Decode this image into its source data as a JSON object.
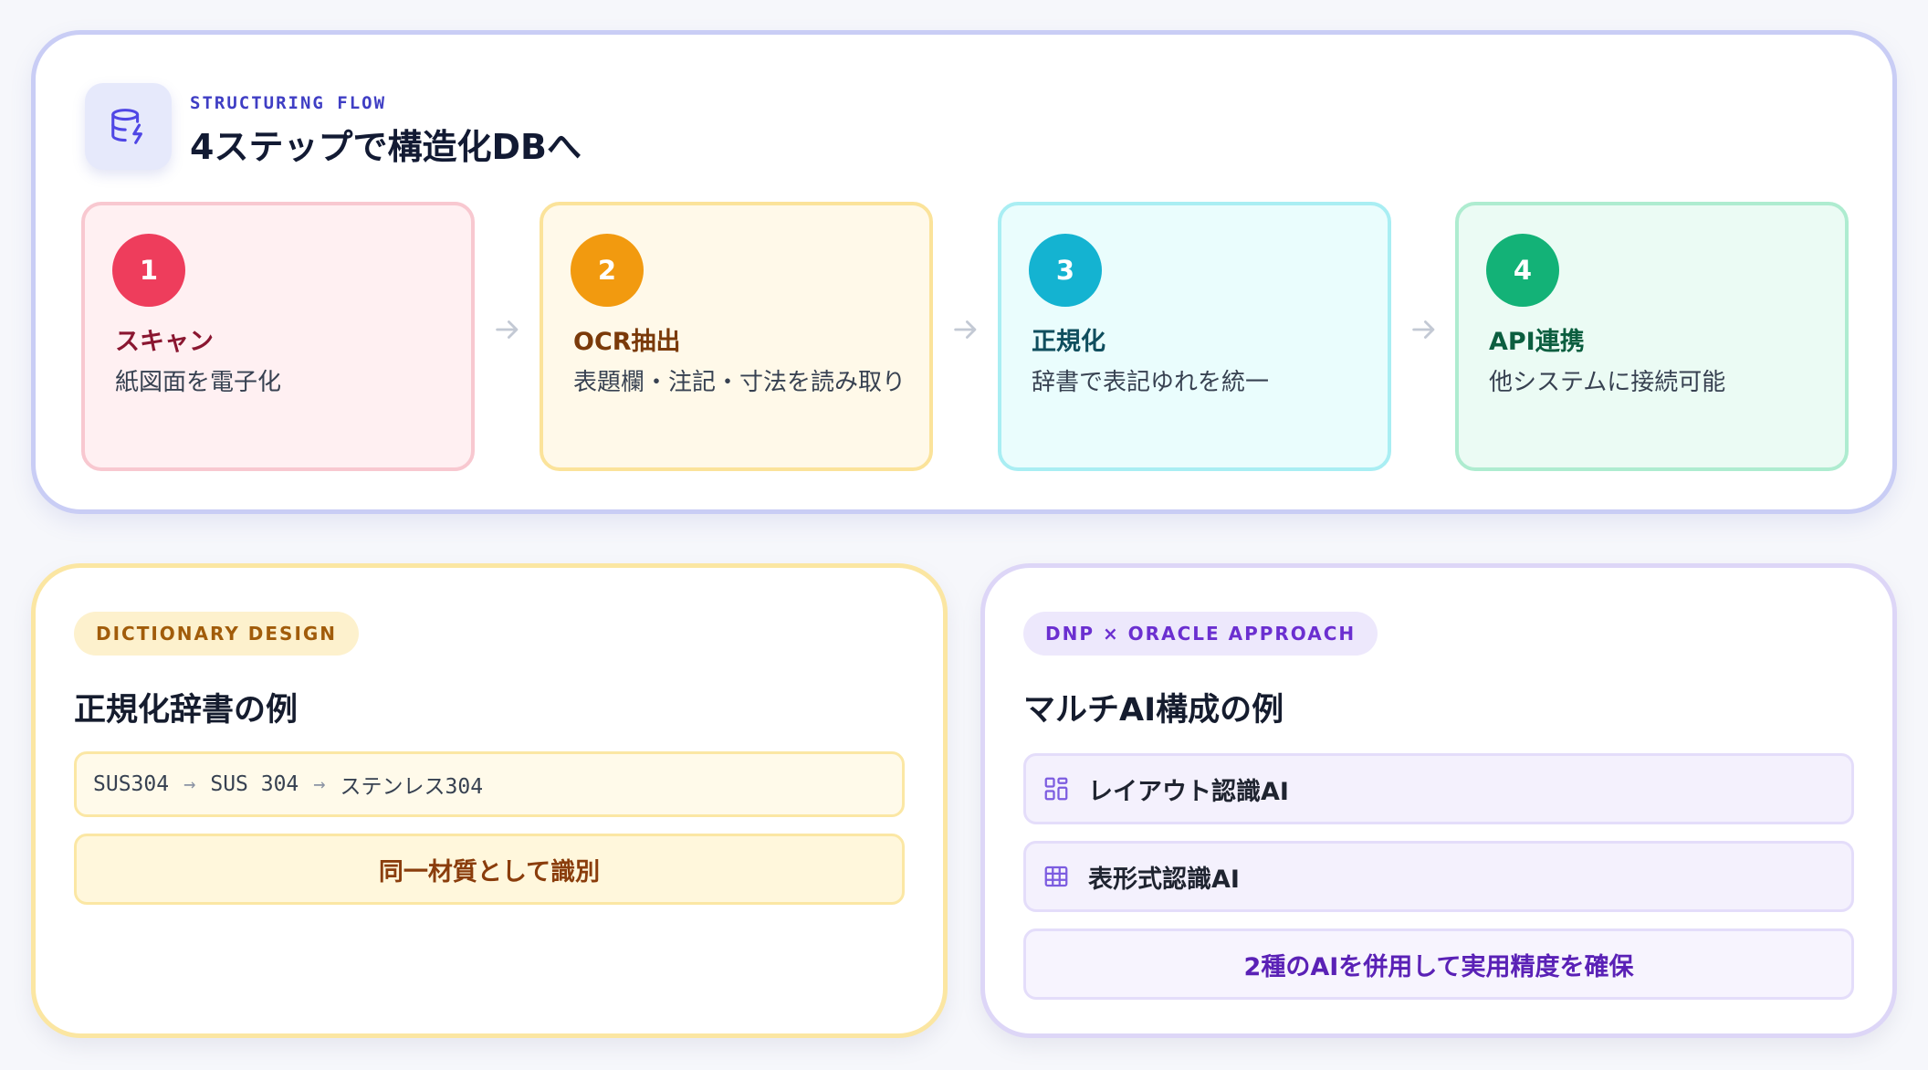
{
  "flow": {
    "eyebrow": "STRUCTURING FLOW",
    "title": "4ステップで構造化DBへ",
    "header_icon": "database-bolt-icon",
    "steps": [
      {
        "number": "1",
        "title": "スキャン",
        "description": "紙図面を電子化",
        "color": "#ee3d5c"
      },
      {
        "number": "2",
        "title": "OCR抽出",
        "description": "表題欄・注記・寸法を読み取り",
        "color": "#f29a0f"
      },
      {
        "number": "3",
        "title": "正規化",
        "description": "辞書で表記ゆれを統一",
        "color": "#14b3d1"
      },
      {
        "number": "4",
        "title": "API連携",
        "description": "他システムに接続可能",
        "color": "#13b277"
      }
    ],
    "arrow_icon": "arrow-right-icon"
  },
  "dictionary": {
    "tag": "DICTIONARY DESIGN",
    "title": "正規化辞書の例",
    "terms": [
      "SUS304",
      "SUS 304",
      "ステンレス304"
    ],
    "arrow_icon": "arrow-right-icon",
    "result": "同一材質として識別"
  },
  "multi_ai": {
    "tag": "DNP × ORACLE APPROACH",
    "title": "マルチAI構成の例",
    "items": [
      {
        "icon": "layout-grid-icon",
        "label": "レイアウト認識AI"
      },
      {
        "icon": "table-icon",
        "label": "表形式認識AI"
      }
    ],
    "result": "2種のAIを併用して実用精度を確保"
  }
}
